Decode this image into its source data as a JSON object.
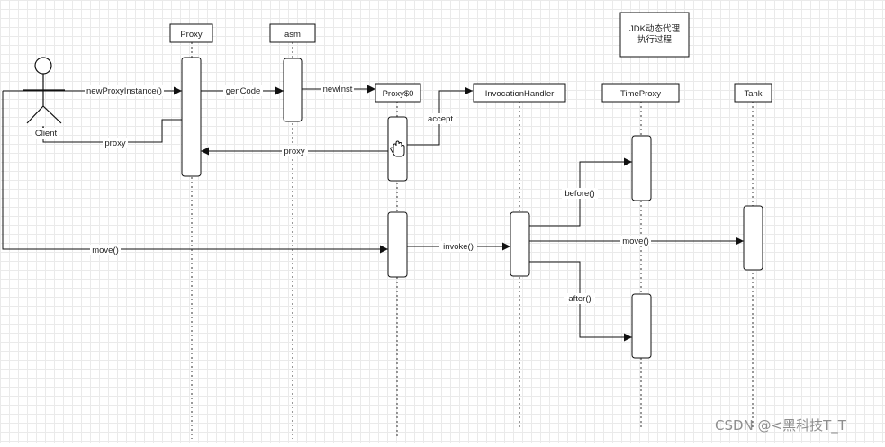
{
  "diagram": {
    "actor": {
      "label": "Client"
    },
    "participants": [
      {
        "id": "proxy",
        "label": "Proxy"
      },
      {
        "id": "asm",
        "label": "asm"
      },
      {
        "id": "proxy0",
        "label": "Proxy$0"
      },
      {
        "id": "invocation_handler",
        "label": "InvocationHandler"
      },
      {
        "id": "time_proxy",
        "label": "TimeProxy"
      },
      {
        "id": "tank",
        "label": "Tank"
      }
    ],
    "note": {
      "line1": "JDK动态代理",
      "line2": "执行过程"
    },
    "messages": {
      "new_proxy_instance": "newProxyInstance()",
      "gen_code": "genCode",
      "new_inst": "newInst",
      "accept": "accept",
      "proxy_return": "proxy",
      "proxy_to_client": "proxy",
      "move_call": "move()",
      "invoke": "invoke()",
      "before": "before()",
      "tank_move": "move()",
      "after": "after()"
    }
  },
  "watermark": "CSDN @<黑科技T_T"
}
